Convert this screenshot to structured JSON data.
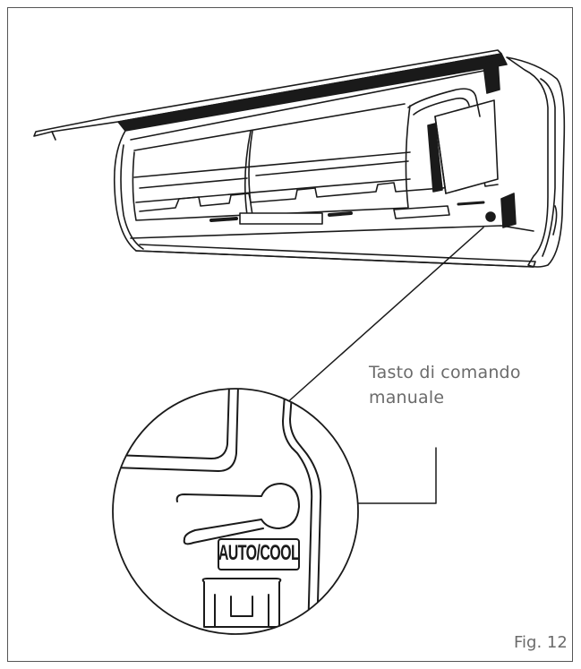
{
  "callout": {
    "line1": "Tasto di comando",
    "line2": "manuale"
  },
  "button_label": "AUTO/COOL",
  "figure_label": "Fig. 12",
  "colors": {
    "line": "#1a1a1a",
    "text": "#6b6b6b",
    "frame": "#555555"
  }
}
